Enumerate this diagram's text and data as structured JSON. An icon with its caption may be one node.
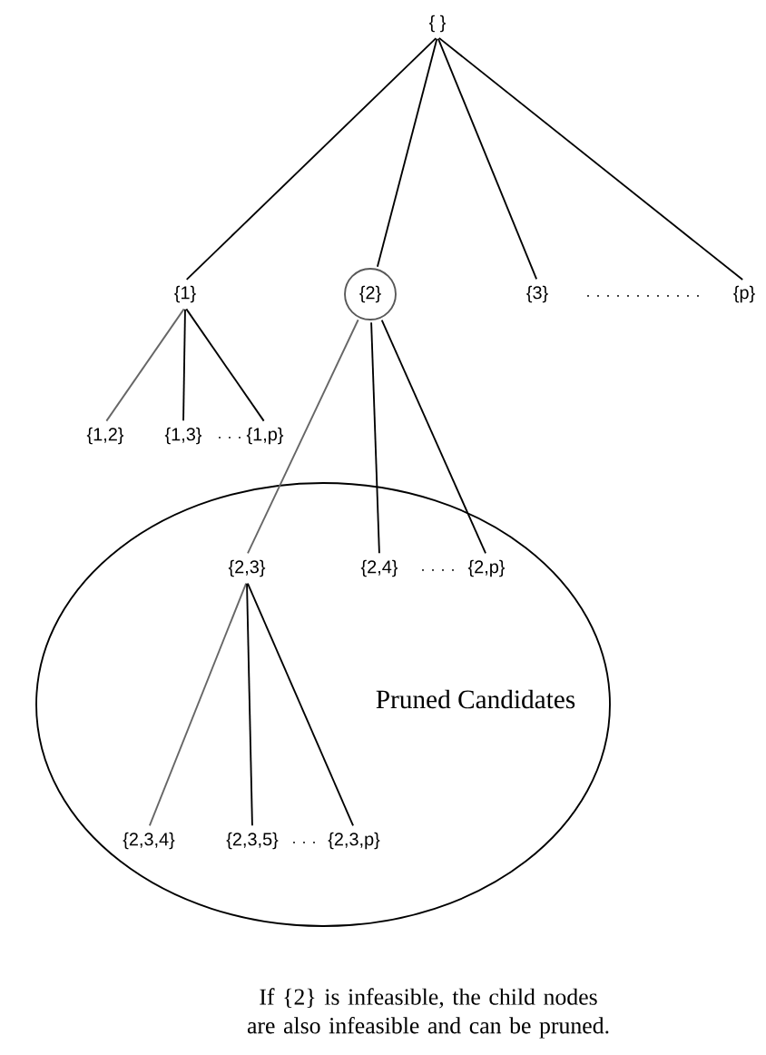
{
  "diagram": {
    "caption": "If {2} is infeasible, the child nodes are also infeasible and can be pruned.",
    "nodes": [
      {
        "text": [
          "{ }"
        ]
      },
      {
        "text": [
          "{1}"
        ]
      },
      {
        "text": [
          "{2}"
        ]
      },
      {
        "text": [
          "{3}"
        ]
      },
      {
        "text": [
          "{p}"
        ]
      },
      {
        "text": [
          "{1,2}"
        ]
      },
      {
        "text": [
          "{1,3}"
        ]
      },
      {
        "text": [
          "{1,p}"
        ]
      },
      {
        "text": [
          "Pruned Candidates"
        ]
      },
      {
        "text": [
          "{2,3}"
        ],
        "in": 8
      },
      {
        "text": [
          "{2,4}"
        ],
        "in": 8
      },
      {
        "text": [
          "{2,p}"
        ],
        "in": 8
      },
      {
        "text": [
          "{2,3,4}"
        ],
        "in": 8
      },
      {
        "text": [
          "{2,3,5}"
        ],
        "in": 8
      },
      {
        "text": [
          "{2,3,p}"
        ],
        "in": 8
      }
    ],
    "edges": [
      {
        "from": 0,
        "to": 1,
        "arrow": "none"
      },
      {
        "from": 0,
        "to": 2,
        "arrow": "none"
      },
      {
        "from": 0,
        "to": 3,
        "arrow": "none"
      },
      {
        "from": 0,
        "to": 4,
        "arrow": "none"
      },
      {
        "from": 1,
        "to": 5,
        "arrow": "none",
        "color": "#666666"
      },
      {
        "from": 1,
        "to": 6,
        "arrow": "none"
      },
      {
        "from": 1,
        "to": 7,
        "arrow": "none"
      },
      {
        "from": 2,
        "to": 9,
        "arrow": "none",
        "color": "#666666"
      },
      {
        "from": 2,
        "to": 10,
        "arrow": "none"
      },
      {
        "from": 2,
        "to": 11,
        "arrow": "none"
      },
      {
        "from": 9,
        "to": 12,
        "arrow": "none",
        "color": "#666666"
      },
      {
        "from": 9,
        "to": 13,
        "arrow": "none"
      },
      {
        "from": 9,
        "to": 14,
        "arrow": "none"
      }
    ]
  }
}
